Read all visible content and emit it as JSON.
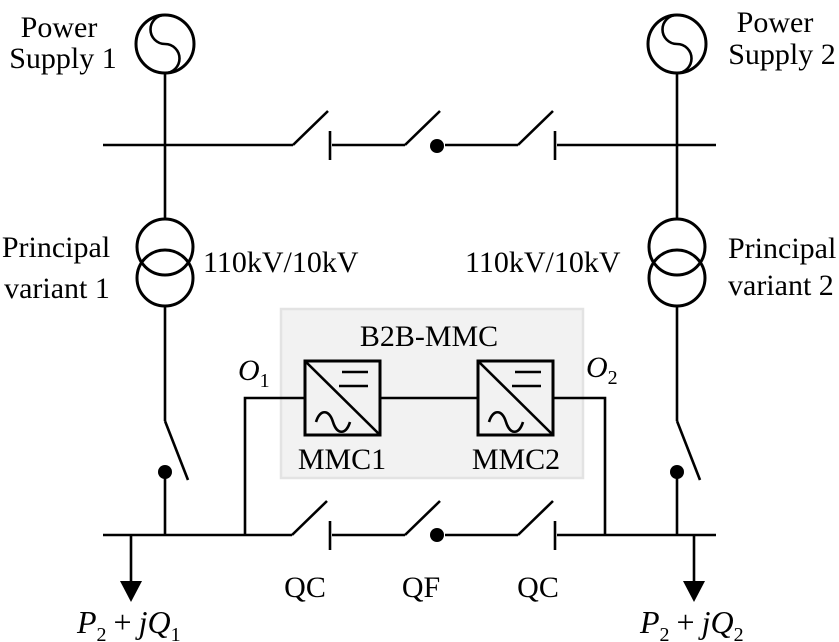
{
  "colors": {
    "line_color": "#000000",
    "panel_fill": "#f2f2f2",
    "panel_border": "#e3e3e3",
    "background": "#ffffff"
  },
  "sources": {
    "left": {
      "label_line1": "Power",
      "label_line2": "Supply 1"
    },
    "right": {
      "label_line1": "Power",
      "label_line2": "Supply 2"
    }
  },
  "transformers": {
    "left": {
      "variant_line1": "Principal",
      "variant_line2": "variant 1",
      "rating": "110kV/10kV"
    },
    "right": {
      "variant_line1": "Principal",
      "variant_line2": "variant 2",
      "rating": "110kV/10kV"
    }
  },
  "converter": {
    "box_title": "B2B-MMC",
    "mmc1_label": "MMC1",
    "mmc2_label": "MMC2",
    "node_left": {
      "base": "O",
      "sub": "1"
    },
    "node_right": {
      "base": "O",
      "sub": "2"
    }
  },
  "switches": {
    "qc_left": "QC",
    "qf_middle": "QF",
    "qc_right": "QC"
  },
  "loads": {
    "left": {
      "p": "P",
      "p_sub": "2",
      "plus": "+",
      "jq": "jQ",
      "q_sub": "1"
    },
    "right": {
      "p": "P",
      "p_sub": "2",
      "plus": "+",
      "jq": "jQ",
      "q_sub": "2"
    }
  }
}
